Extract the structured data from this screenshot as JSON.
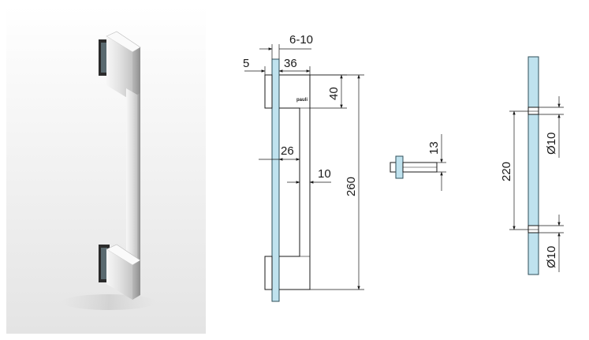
{
  "colors": {
    "glass": "#bfe2ee",
    "glass_edge": "#2f4f5a",
    "line": "#1a1a1a",
    "photo_bg_top": "#ffffff",
    "photo_bg_bottom": "#e7e7e7",
    "metal_light": "#f4f4f4",
    "metal_mid": "#cfcfcf",
    "metal_dark": "#9a9a9a"
  },
  "front_view": {
    "dim_depth_range": "6-10",
    "dim_offset": "5",
    "dim_bar_width": "36",
    "dim_block_height": "40",
    "dim_rod_width": "26",
    "dim_gap": "10",
    "dim_total_height": "260",
    "logo_text": "pauli"
  },
  "fixing_detail": {
    "dim_height": "13"
  },
  "glass_view": {
    "dim_hole_top": "Ø10",
    "dim_spacing": "220",
    "dim_hole_bottom": "Ø10"
  }
}
